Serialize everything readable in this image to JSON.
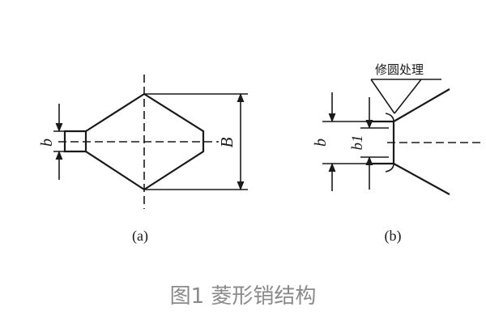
{
  "caption": "图1 菱形销结构",
  "figure_a": {
    "sublabel": "(a)",
    "dim_small": "b",
    "dim_large": "B"
  },
  "figure_b": {
    "sublabel": "(b)",
    "dim_outer": "b",
    "dim_inner": "b1",
    "note": "修圆处理"
  }
}
